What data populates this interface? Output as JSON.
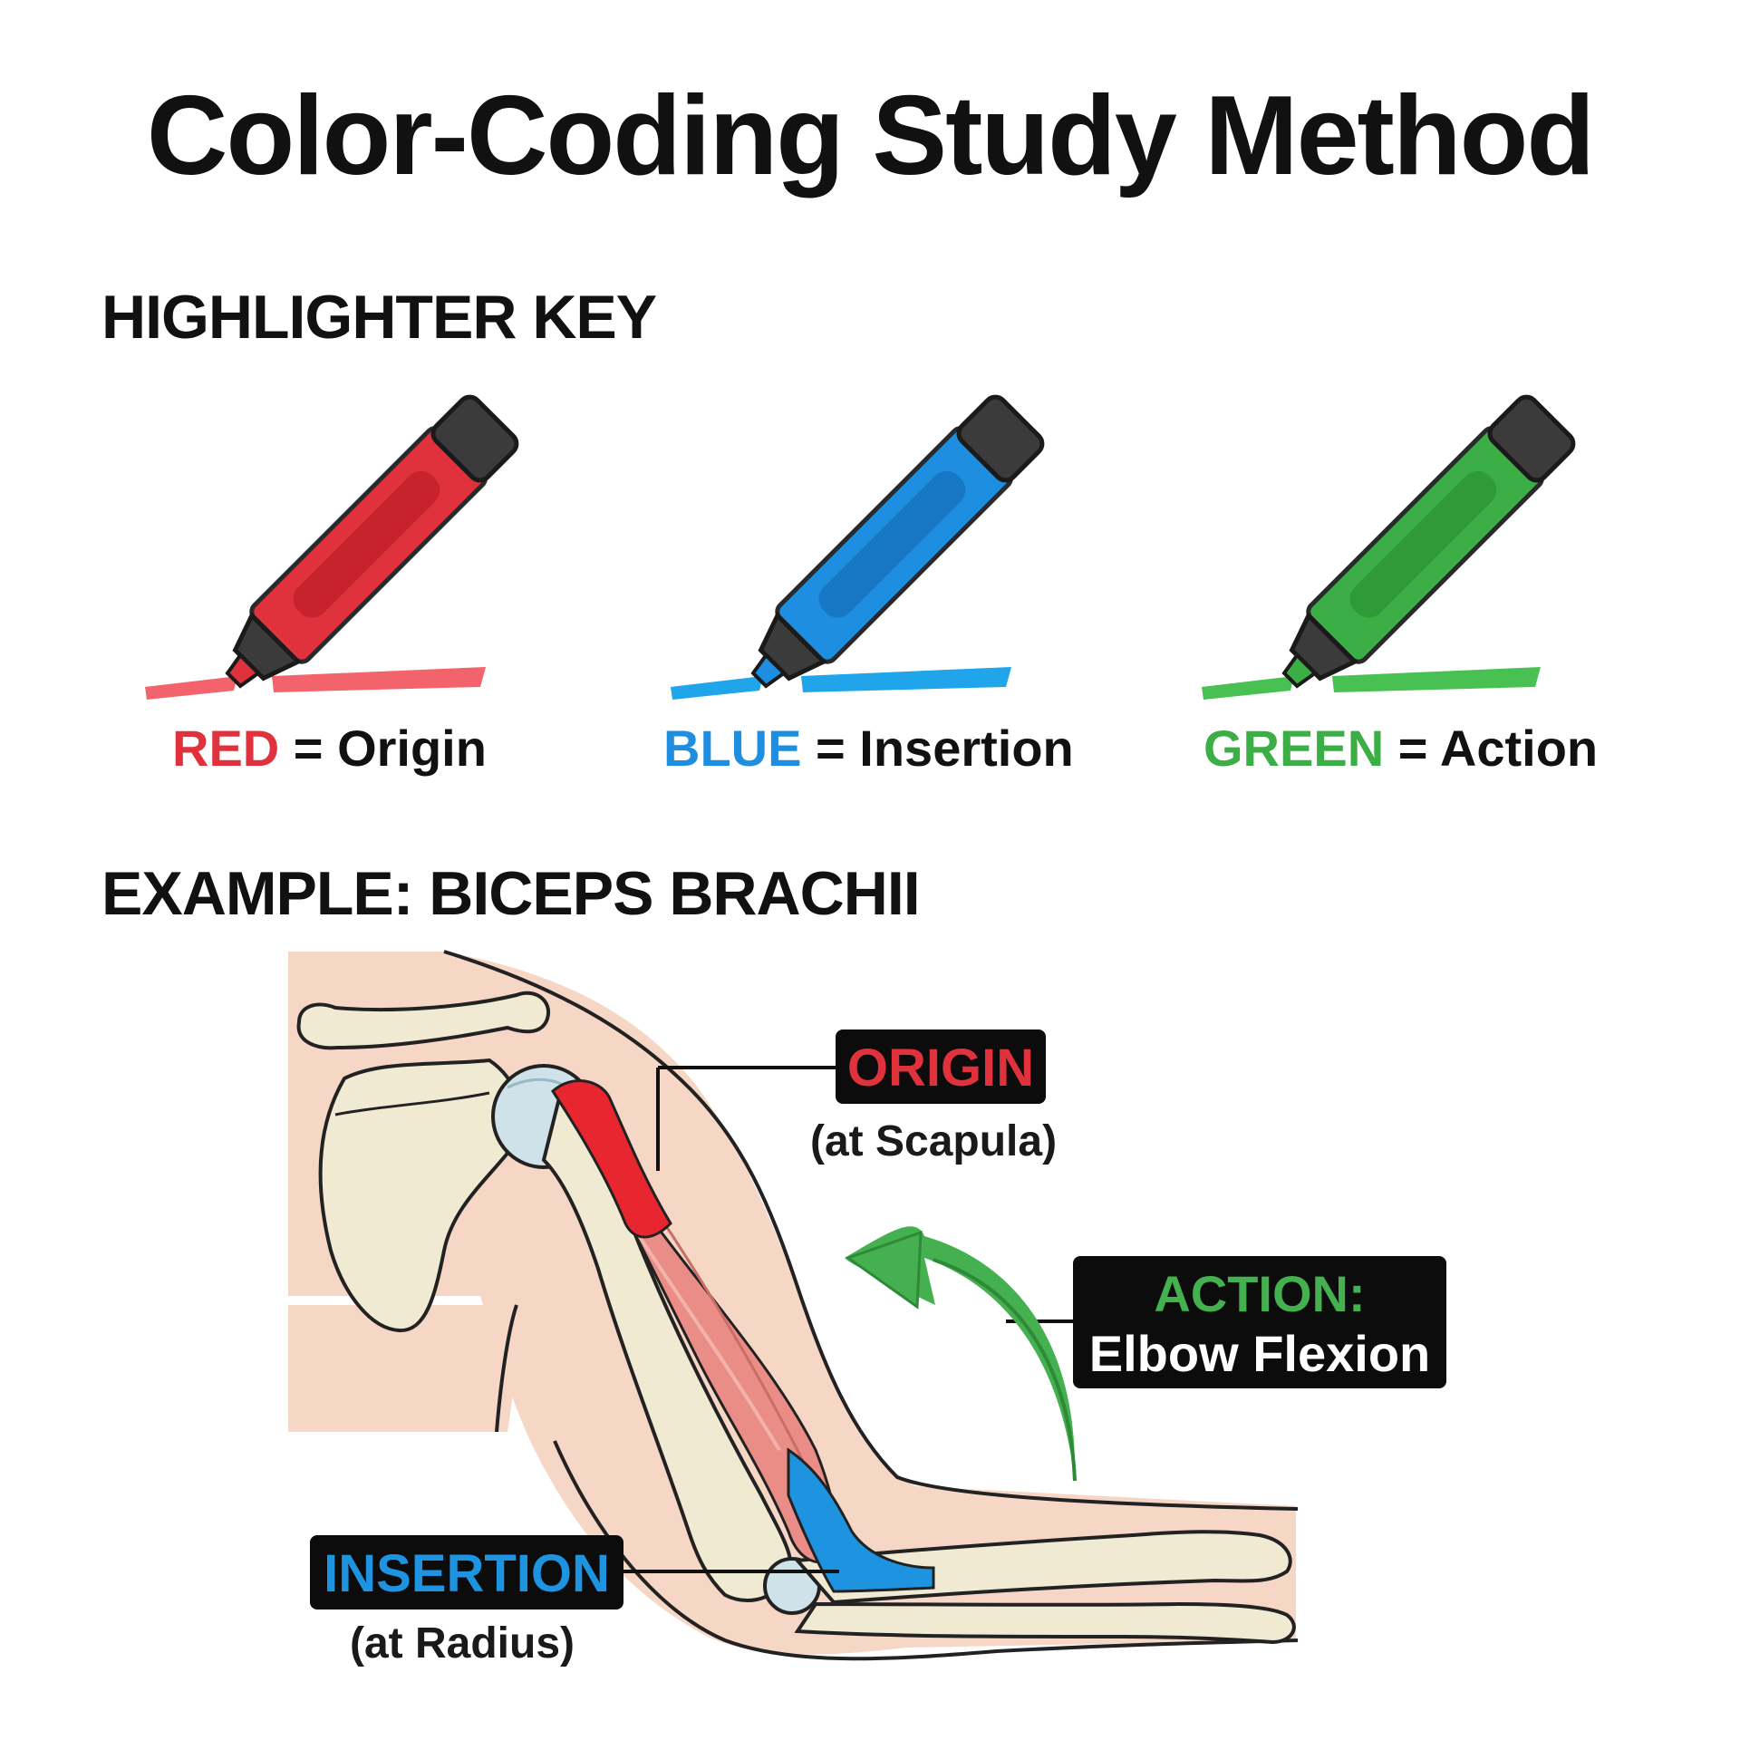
{
  "title": "Color-Coding Study Method",
  "key": {
    "heading": "HIGHLIGHTER KEY",
    "items": [
      {
        "color_word": "RED",
        "equals": " = ",
        "meaning": "Origin",
        "color": "#e0323c",
        "stroke": "#ff5a64",
        "icon": "red-highlighter-icon"
      },
      {
        "color_word": "BLUE",
        "equals": " = ",
        "meaning": "Insertion",
        "color": "#1e8ee0",
        "stroke": "#20a4ea",
        "icon": "blue-highlighter-icon"
      },
      {
        "color_word": "GREEN",
        "equals": " = ",
        "meaning": "Action",
        "color": "#3cae46",
        "stroke": "#48c052",
        "icon": "green-highlighter-icon"
      }
    ]
  },
  "example": {
    "heading": "EXAMPLE: BICEPS BRACHII",
    "origin": {
      "label": "ORIGIN",
      "note": "(at Scapula)",
      "color": "#e0323c"
    },
    "insertion": {
      "label": "INSERTION",
      "note": "(at Radius)",
      "color": "#1e94e0"
    },
    "action": {
      "label": "ACTION:",
      "detail": "Elbow Flexion",
      "color": "#45b050"
    },
    "icons": [
      "arm-anatomy-illustration",
      "flexion-arrow-icon"
    ]
  }
}
